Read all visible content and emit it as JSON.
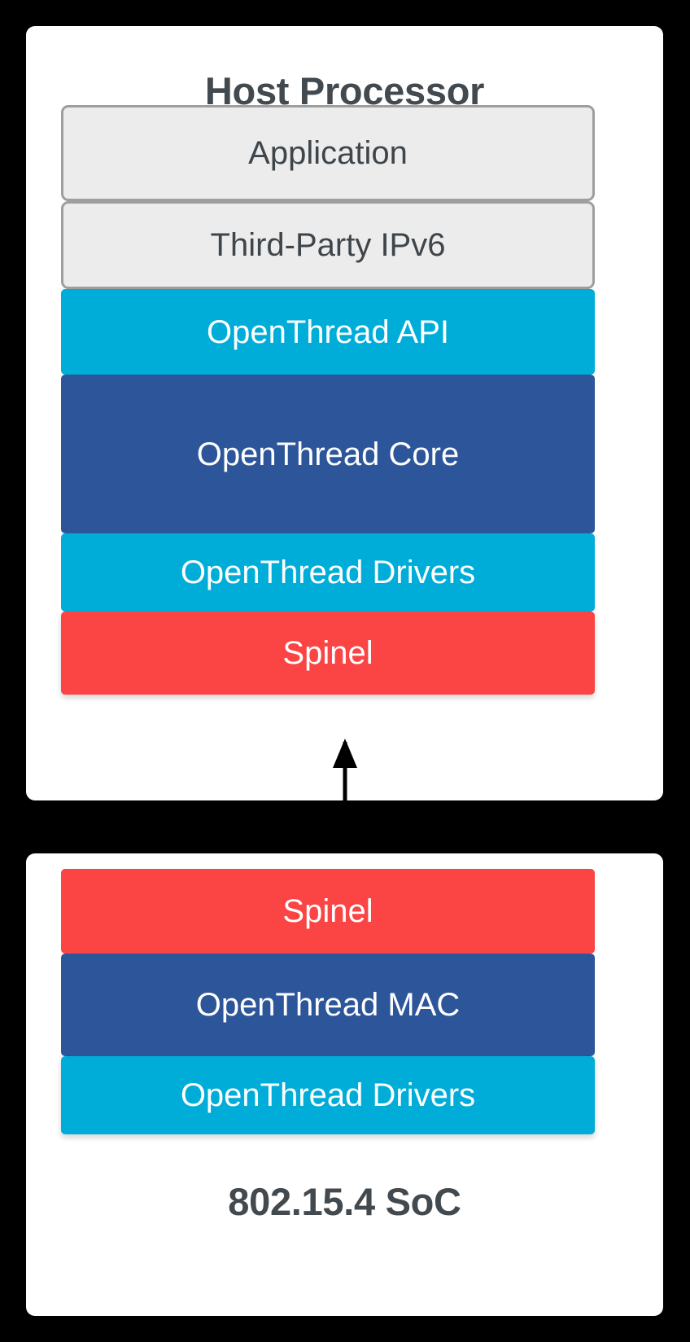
{
  "diagram": {
    "title_top": "Host Processor",
    "title_bottom": "802.15.4 SoC",
    "connector": {
      "name": "bidirectional-arrow",
      "direction": "both"
    },
    "palette": {
      "background": "#000000",
      "card": "#ffffff",
      "plain_fill": "#ECECEC",
      "plain_border": "#9E9E9E",
      "plain_text": "#3F464B",
      "title_text": "#434A4F",
      "cyan": "#00ADD8",
      "dark_blue": "#2C5699",
      "red": "#FB4444",
      "arrow": "#000000"
    },
    "host_processor": {
      "title": "Host Processor",
      "layers": [
        {
          "label": "Application",
          "style": "plain",
          "color": "#ECECEC"
        },
        {
          "label": "Third-Party IPv6",
          "style": "plain",
          "color": "#ECECEC"
        },
        {
          "label": "OpenThread API",
          "style": "fill",
          "color": "#00ADD8"
        },
        {
          "label": "OpenThread Core",
          "style": "fill",
          "color": "#2C5699"
        },
        {
          "label": "OpenThread Drivers",
          "style": "fill",
          "color": "#00ADD8"
        },
        {
          "label": "Spinel",
          "style": "fill",
          "color": "#FB4444"
        }
      ]
    },
    "soc": {
      "title": "802.15.4 SoC",
      "layers": [
        {
          "label": "Spinel",
          "style": "fill",
          "color": "#FB4444"
        },
        {
          "label": "OpenThread MAC",
          "style": "fill",
          "color": "#2C5699"
        },
        {
          "label": "OpenThread Drivers",
          "style": "fill",
          "color": "#00ADD8"
        }
      ]
    }
  }
}
